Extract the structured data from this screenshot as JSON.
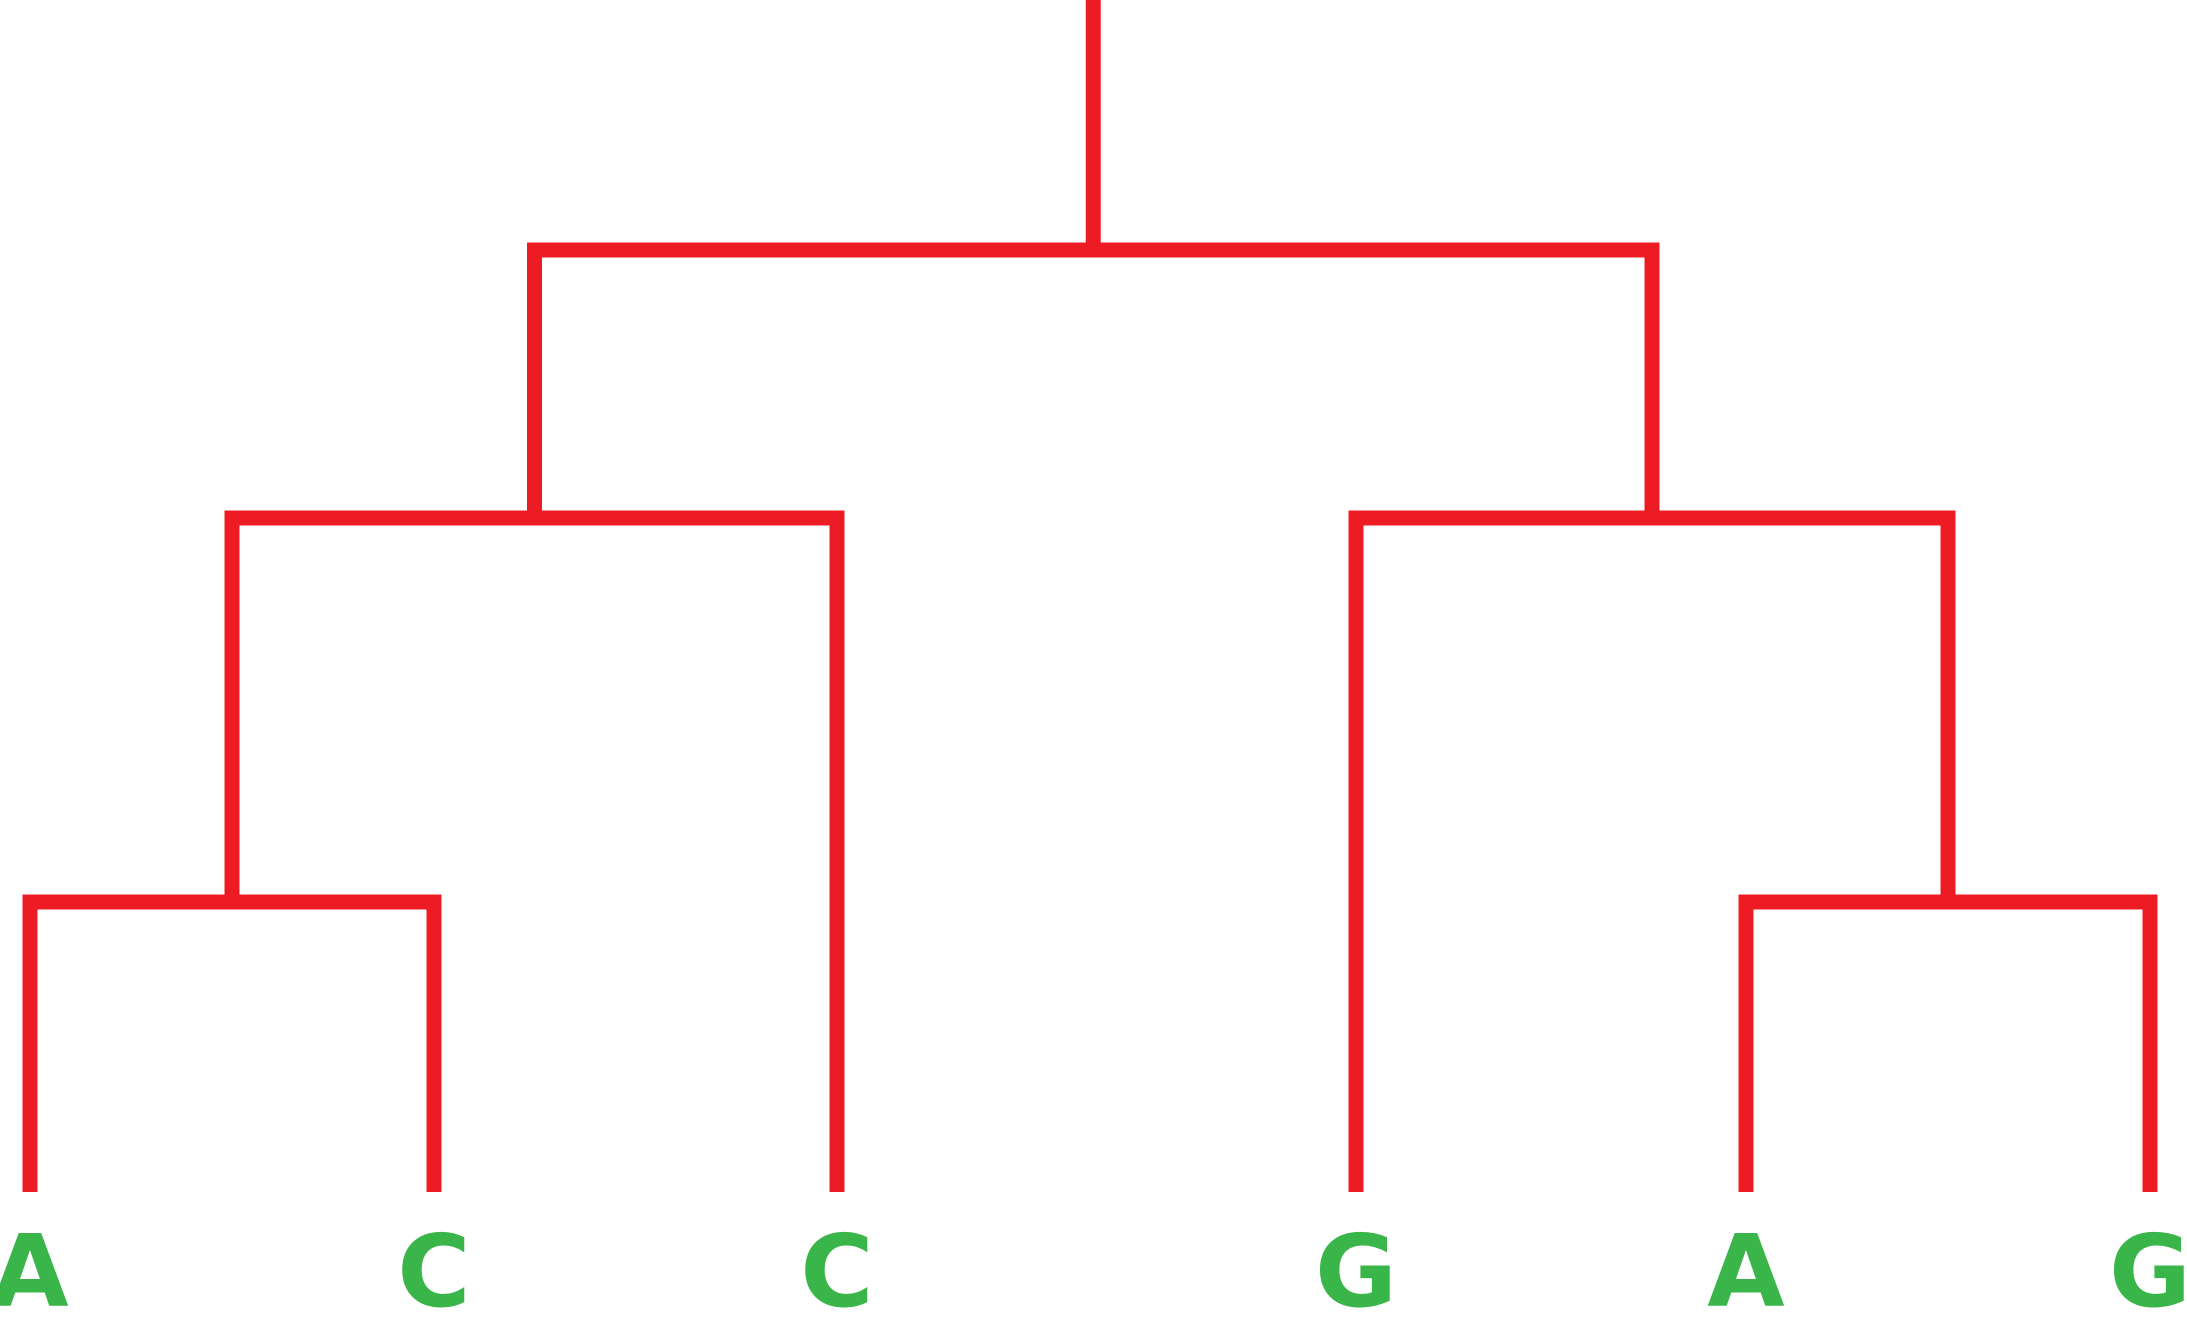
{
  "diagram": {
    "type": "tree",
    "colors": {
      "branch": "#ED1C24",
      "leaf_label": "#39B54A",
      "background": "#FFFFFF"
    },
    "tree": {
      "id": "root",
      "children": [
        {
          "id": "n-left",
          "children": [
            {
              "id": "n-left-left",
              "children": [
                {
                  "id": "leaf-1",
                  "label": "A"
                },
                {
                  "id": "leaf-2",
                  "label": "C"
                }
              ]
            },
            {
              "id": "leaf-3",
              "label": "C"
            }
          ]
        },
        {
          "id": "n-right",
          "children": [
            {
              "id": "leaf-4",
              "label": "G"
            },
            {
              "id": "n-right-right",
              "children": [
                {
                  "id": "leaf-5",
                  "label": "A"
                },
                {
                  "id": "leaf-6",
                  "label": "G"
                }
              ]
            }
          ]
        }
      ]
    }
  }
}
